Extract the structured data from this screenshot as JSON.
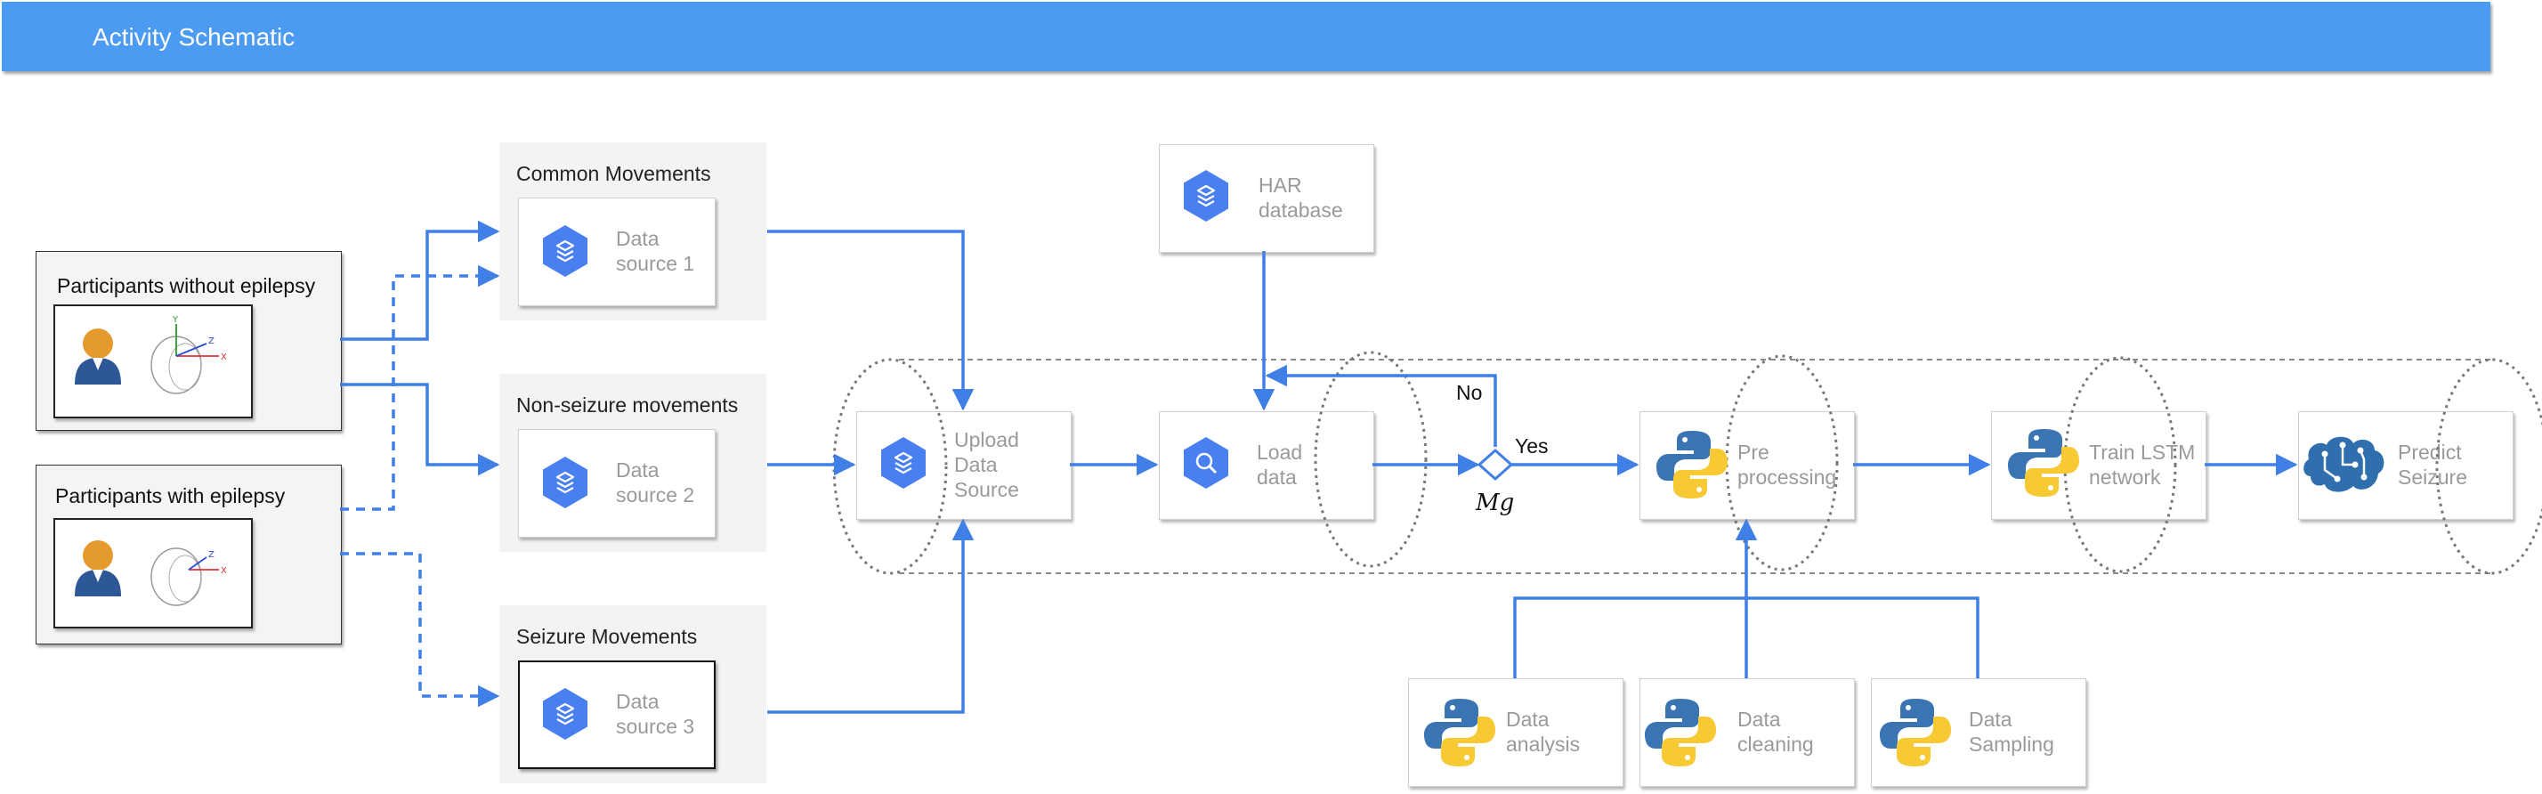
{
  "banner": {
    "title": "Activity Schematic"
  },
  "participants": {
    "without": {
      "title": "Participants without epilepsy"
    },
    "with": {
      "title": "Participants with epilepsy"
    }
  },
  "groups": {
    "common": {
      "title": "Common Movements",
      "card": "Data\nsource 1"
    },
    "nonseizure": {
      "title": "Non-seizure movements",
      "card": "Data\nsource 2"
    },
    "seizure": {
      "title": "Seizure Movements",
      "card": "Data\nsource 3"
    }
  },
  "pipeline": {
    "har": "HAR\ndatabase",
    "upload": "Upload\nData\nSource",
    "load": "Load\ndata",
    "pre": "Pre\nprocessing",
    "train": "Train LSTM\nnetwork",
    "predict": "Predict\nSeizure"
  },
  "prep": {
    "analysis": "Data\nanalysis",
    "cleaning": "Data\ncleaning",
    "sampling": "Data\nSampling"
  },
  "decision": {
    "symbol": "Mg",
    "yes": "Yes",
    "no": "No"
  },
  "colors": {
    "banner": "#4b9bf2",
    "arrow": "#3f7fe6",
    "hex_icon": "#4a7ff0",
    "python_blue": "#3a74b2",
    "python_yellow": "#f7c932"
  },
  "icons": [
    "stack-hex-icon",
    "search-hex-icon",
    "python-logo-icon",
    "brain-circuit-icon",
    "person-icon",
    "axis-sketch-icon"
  ]
}
